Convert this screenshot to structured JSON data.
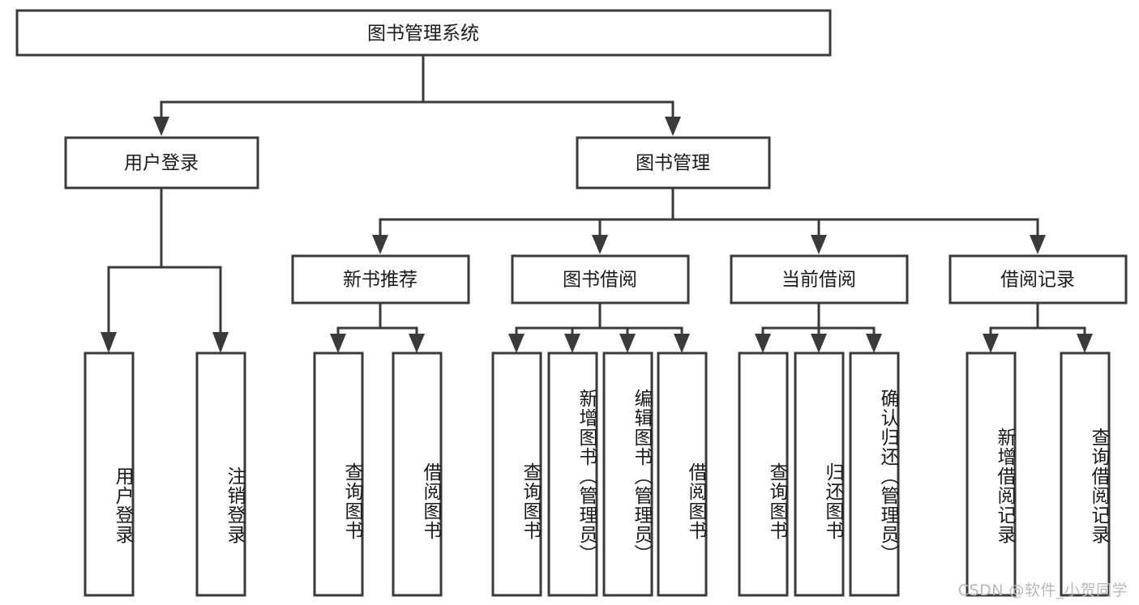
{
  "diagram": {
    "type": "tree",
    "title": "图书管理系统",
    "orientation": "top-down",
    "colors": {
      "box_stroke": "#3a3a3a",
      "box_fill": "#ffffff",
      "connector": "#3a3a3a",
      "text": "#1a1a1a",
      "background": "#ffffff",
      "watermark": "#b9b9b9"
    },
    "root": {
      "label": "图书管理系统"
    },
    "level2": [
      {
        "label": "用户登录"
      },
      {
        "label": "图书管理"
      }
    ],
    "level3": [
      {
        "label": "新书推荐"
      },
      {
        "label": "图书借阅"
      },
      {
        "label": "当前借阅"
      },
      {
        "label": "借阅记录"
      }
    ],
    "leaves": {
      "user_login": [
        {
          "label": "用户登录"
        },
        {
          "label": "注销登录"
        }
      ],
      "new_book_recommend": [
        {
          "label": "查询图书"
        },
        {
          "label": "借阅图书"
        }
      ],
      "book_borrow": [
        {
          "label": "查询图书"
        },
        {
          "label": "新增图书（管理员）"
        },
        {
          "label": "编辑图书（管理员）"
        },
        {
          "label": "借阅图书"
        }
      ],
      "current_borrow": [
        {
          "label": "查询图书"
        },
        {
          "label": "归还图书"
        },
        {
          "label": "确认归还（管理员）"
        }
      ],
      "borrow_record": [
        {
          "label": "新增借阅记录"
        },
        {
          "label": "查询借阅记录"
        }
      ]
    }
  },
  "watermark": {
    "text": "CSDN @软件_小贺同学"
  }
}
